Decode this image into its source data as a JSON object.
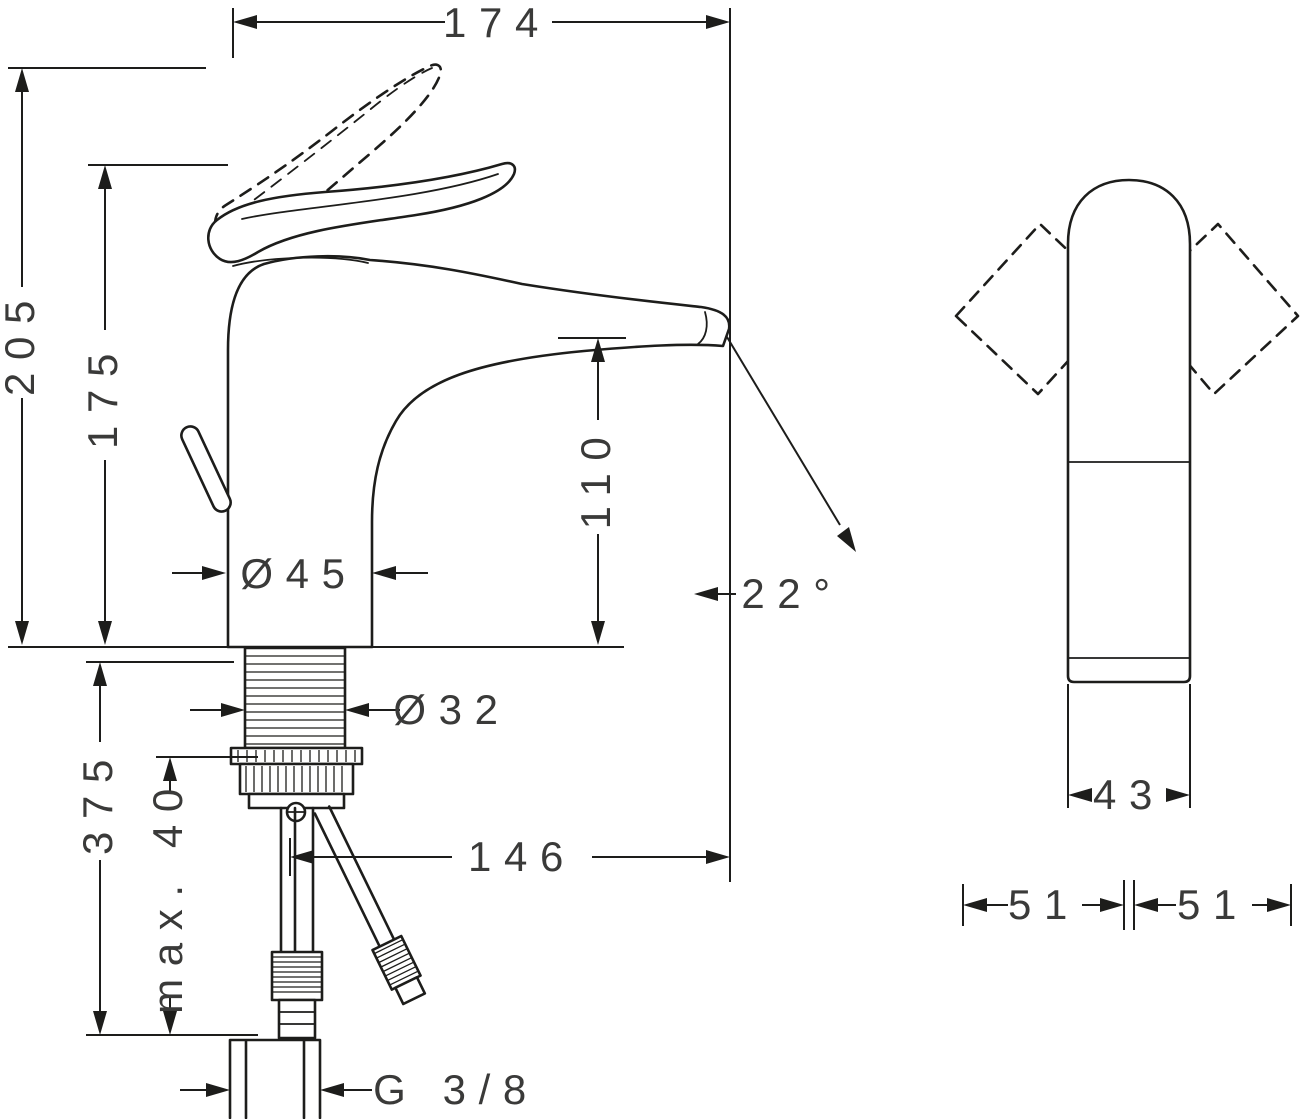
{
  "page": {
    "background": "#ffffff"
  },
  "drawing": {
    "line_color": "#1d1d1b",
    "text_color": "#3a3a39",
    "side_view": {
      "labels": {
        "spout_reach": "174",
        "total_height": "205",
        "handle_height": "175",
        "outlet_height": "110",
        "body_diameter": "Ø45",
        "shank_diameter": "Ø32",
        "below_deck_length": "375",
        "max_deck_thickness": "max. 40",
        "tip_projection": "146",
        "spout_angle": "22°",
        "connection_thread": "G 3/8"
      }
    },
    "front_view": {
      "labels": {
        "body_width": "43",
        "left_half_width": "51",
        "right_half_width": "51"
      }
    }
  }
}
